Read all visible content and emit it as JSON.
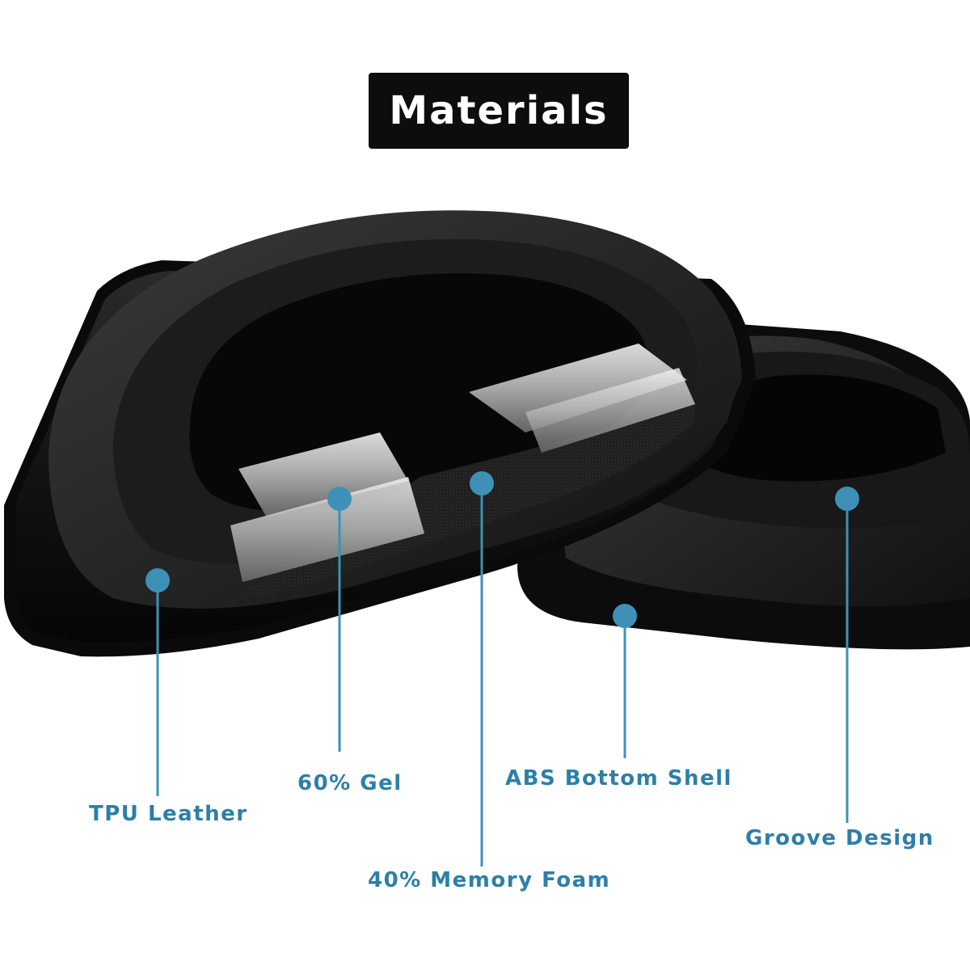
{
  "title": "Materials",
  "colors": {
    "accent": "#3e90b6",
    "label_text": "#2c7fa8",
    "title_bg": "#0d0d0d",
    "title_text": "#ffffff"
  },
  "callouts": [
    {
      "id": "tpu-leather",
      "label": "TPU Leather"
    },
    {
      "id": "gel",
      "label": "60% Gel"
    },
    {
      "id": "memory-foam",
      "label": "40% Memory Foam"
    },
    {
      "id": "abs-shell",
      "label": "ABS Bottom Shell"
    },
    {
      "id": "groove",
      "label": "Groove Design"
    }
  ]
}
